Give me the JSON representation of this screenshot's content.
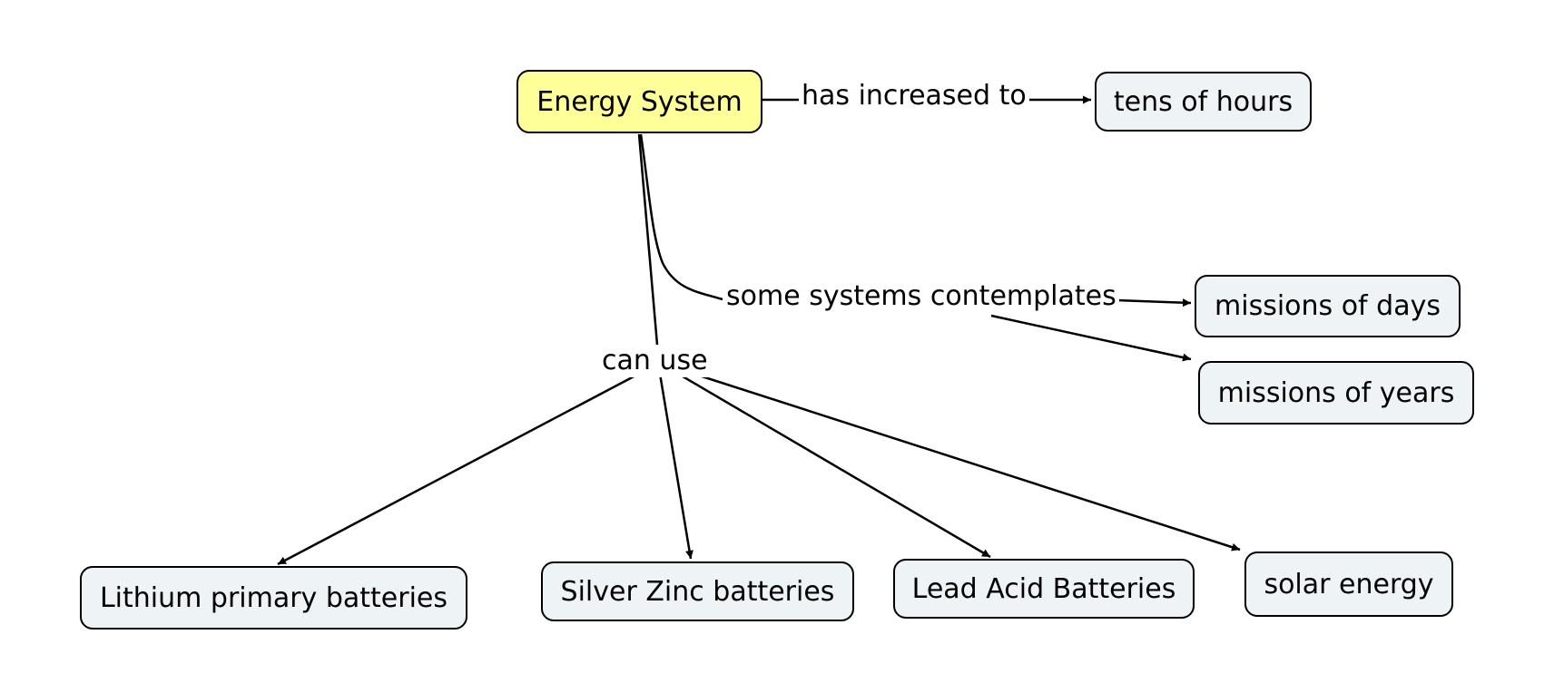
{
  "concepts": {
    "energy_system": "Energy System",
    "tens_of_hours": "tens of hours",
    "missions_of_days": "missions of days",
    "missions_of_years": "missions of years",
    "lithium": "Lithium primary batteries",
    "silver_zinc": "Silver Zinc batteries",
    "lead_acid": "Lead Acid Batteries",
    "solar": "solar energy"
  },
  "links": {
    "has_increased_to": "has increased to",
    "some_systems_contemplates": "some systems contemplates",
    "can_use": "can use"
  },
  "colors": {
    "root_fill": "#ffff99",
    "node_fill": "#eef3f5",
    "stroke": "#000000"
  }
}
